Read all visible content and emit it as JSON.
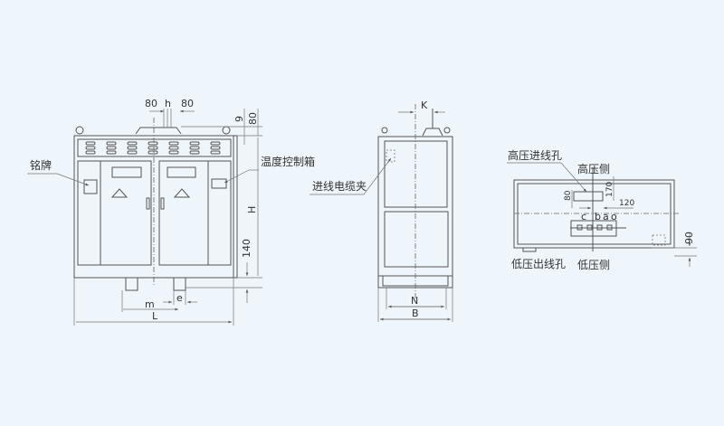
{
  "front_view": {
    "labels": {
      "nameplate": "铭牌",
      "temp_controller": "温度控制箱"
    },
    "dims": {
      "top_left": "80",
      "h": "h",
      "top_right": "80",
      "d9": "9",
      "d80": "80",
      "H": "H",
      "d140": "140",
      "m": "m",
      "e": "e",
      "L": "L"
    }
  },
  "side_view": {
    "labels": {
      "cable_clamp": "进线电缆夹"
    },
    "dims": {
      "K": "K",
      "N": "N",
      "B": "B"
    }
  },
  "top_view": {
    "labels": {
      "hv_inlet": "高压进线孔",
      "hv_side": "高压侧",
      "lv_outlet": "低压出线孔",
      "lv_side": "低压侧"
    },
    "dims": {
      "d80": "80",
      "d170": "170",
      "d120": "120",
      "d90": "90"
    },
    "terminals": [
      "c",
      "b",
      "a",
      "o"
    ]
  }
}
